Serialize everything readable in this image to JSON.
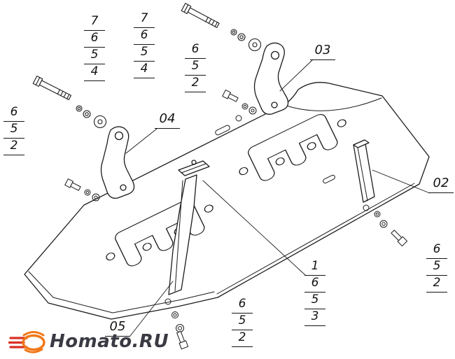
{
  "drawing": {
    "stroke_color": "#1b1b1b",
    "background": "#ffffff",
    "description_labels_present": [
      "02",
      "03",
      "04",
      "05",
      "1"
    ]
  },
  "logo": {
    "text": "Homato.RU",
    "accent_color": "#f07818",
    "stripe_color": "#d93025",
    "text_color": "#3a3a44"
  },
  "part_labels": [
    {
      "text": "03"
    },
    {
      "text": "04"
    },
    {
      "text": "02"
    },
    {
      "text": "05"
    }
  ],
  "callout_stacks": [
    {
      "name": "bolt-stack-left",
      "items": [
        "7",
        "6",
        "5",
        "4"
      ]
    },
    {
      "name": "bolt-stack-top",
      "items": [
        "7",
        "6",
        "5",
        "4"
      ]
    },
    {
      "name": "washer-stack-top",
      "items": [
        "6",
        "5",
        "2"
      ]
    },
    {
      "name": "washer-stack-left",
      "items": [
        "6",
        "5",
        "2"
      ]
    },
    {
      "name": "washer-stack-right",
      "items": [
        "6",
        "5",
        "2"
      ]
    },
    {
      "name": "washer-stack-bottom",
      "items": [
        "6",
        "5",
        "2"
      ]
    },
    {
      "name": "main-part-stack",
      "items": [
        "1",
        "6",
        "5",
        "3"
      ]
    }
  ]
}
